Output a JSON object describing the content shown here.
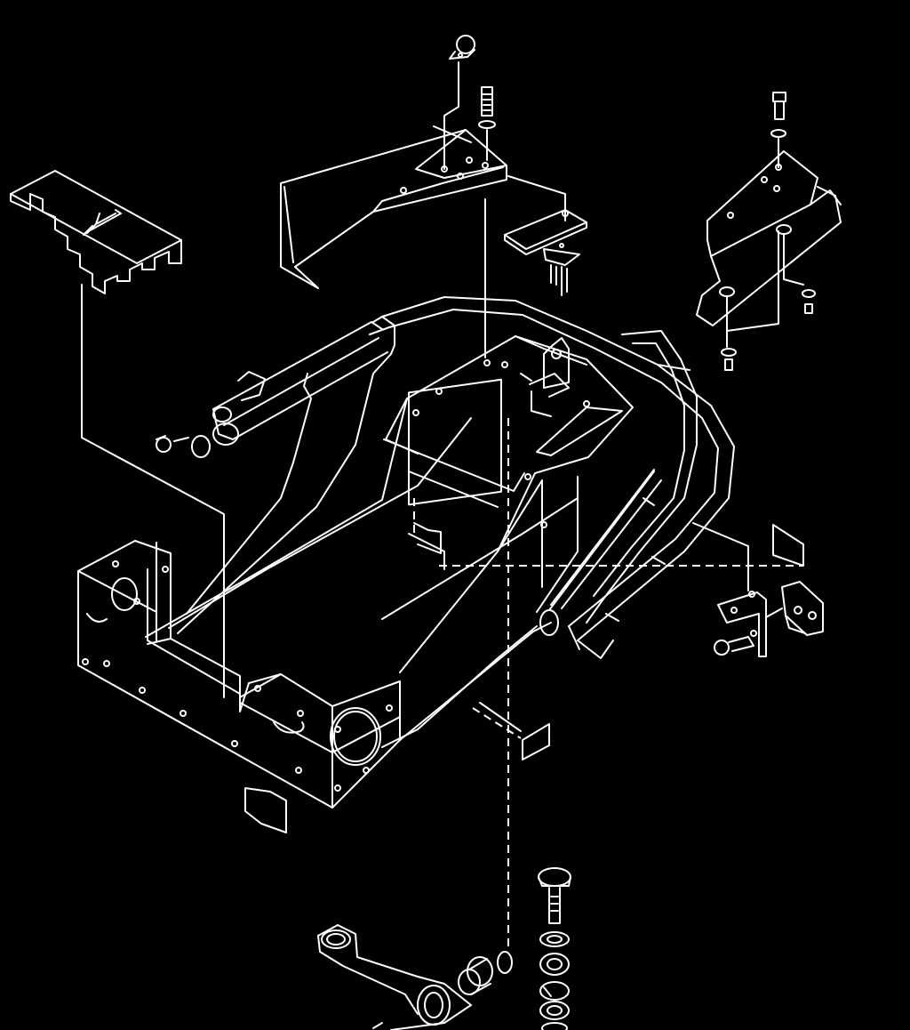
{
  "diagram": {
    "style": "exploded isometric line drawing",
    "colors": {
      "background": "#000000",
      "line": "#ffffff"
    },
    "parts": [
      "frame",
      "rear-frame-tube",
      "top-bracket",
      "right-bracket",
      "step-plate",
      "hitch-plate",
      "leveling-arm",
      "bolt-stack",
      "small-bracket",
      "mounting-pad"
    ]
  }
}
